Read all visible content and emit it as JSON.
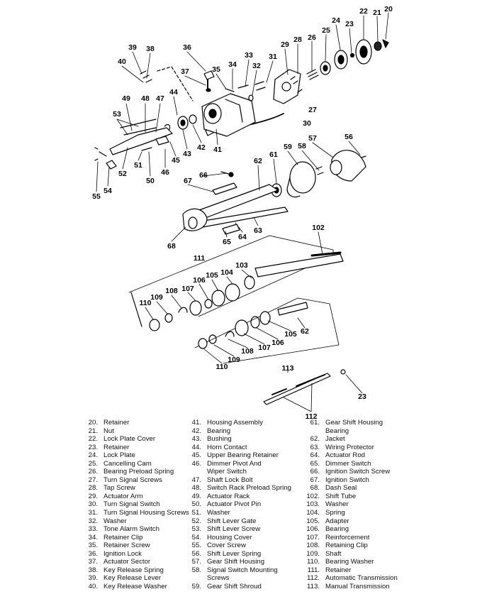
{
  "callouts": [
    "20",
    "21",
    "22",
    "23",
    "24",
    "25",
    "26",
    "27",
    "28",
    "29",
    "30",
    "31",
    "32",
    "33",
    "34",
    "35",
    "36",
    "37",
    "38",
    "39",
    "40",
    "41",
    "42",
    "43",
    "44",
    "45",
    "46",
    "47",
    "48",
    "49",
    "50",
    "51",
    "52",
    "53",
    "54",
    "55",
    "56",
    "57",
    "58",
    "59",
    "61",
    "62",
    "63",
    "64",
    "65",
    "66",
    "67",
    "68",
    "102",
    "103",
    "104",
    "105",
    "106",
    "107",
    "108",
    "109",
    "110",
    "111",
    "112",
    "113"
  ],
  "legend": [
    [
      {
        "num": "20.",
        "text": "Retainer"
      },
      {
        "num": "21.",
        "text": "Nut"
      },
      {
        "num": "22.",
        "text": "Lock Plate Cover"
      },
      {
        "num": "23.",
        "text": "Retainer"
      },
      {
        "num": "24.",
        "text": "Lock Plate"
      },
      {
        "num": "25.",
        "text": "Cancelling Cam"
      },
      {
        "num": "26.",
        "text": "Bearing Preload Spring"
      },
      {
        "num": "27.",
        "text": "Turn Signal Screws"
      },
      {
        "num": "28.",
        "text": "Tap Screw"
      },
      {
        "num": "29.",
        "text": "Actuator Arm"
      },
      {
        "num": "30.",
        "text": "Turn Signal Switch"
      },
      {
        "num": "31.",
        "text": "Turn Signal Housing Screws"
      },
      {
        "num": "32.",
        "text": "Washer"
      },
      {
        "num": "33.",
        "text": "Tone Alarm Switch"
      },
      {
        "num": "34.",
        "text": "Retainer Clip"
      },
      {
        "num": "35.",
        "text": "Retainer Screw"
      },
      {
        "num": "36.",
        "text": "Ignition Lock"
      },
      {
        "num": "37.",
        "text": "Actuator Sector"
      },
      {
        "num": "38.",
        "text": "Key Release Spring"
      },
      {
        "num": "39.",
        "text": "Key Release Lever"
      },
      {
        "num": "40.",
        "text": "Key Release Washer"
      }
    ],
    [
      {
        "num": "41.",
        "text": "Housing Assembly"
      },
      {
        "num": "42.",
        "text": "Bearing"
      },
      {
        "num": "43.",
        "text": "Bushing"
      },
      {
        "num": "44.",
        "text": "Horn Contact"
      },
      {
        "num": "45.",
        "text": "Upper Bearing Retainer"
      },
      {
        "num": "46.",
        "text": "Dimmer Pivot And"
      },
      {
        "num": "",
        "text": "Wiper Switch"
      },
      {
        "num": "47.",
        "text": "Shaft Lock Bolt"
      },
      {
        "num": "48.",
        "text": "Switch Rack Preload Spring"
      },
      {
        "num": "49.",
        "text": "Actuator Rack"
      },
      {
        "num": "50.",
        "text": "Actuator Pivot Pin"
      },
      {
        "num": "51.",
        "text": "Washer"
      },
      {
        "num": "52.",
        "text": "Shift Lever Gate"
      },
      {
        "num": "53.",
        "text": "Shift Lever Screw"
      },
      {
        "num": "54.",
        "text": "Housing Cover"
      },
      {
        "num": "55.",
        "text": "Cover Screw"
      },
      {
        "num": "56.",
        "text": "Shift Lever Spring"
      },
      {
        "num": "57.",
        "text": "Gear Shift Housing"
      },
      {
        "num": "58.",
        "text": "Signal Switch Mounting"
      },
      {
        "num": "",
        "text": "Screws"
      },
      {
        "num": "59.",
        "text": "Gear Shift Shroud"
      }
    ],
    [
      {
        "num": "61.",
        "text": "Gear Shift Housing"
      },
      {
        "num": "",
        "text": "Bearing"
      },
      {
        "num": "62.",
        "text": "Jacket"
      },
      {
        "num": "63.",
        "text": "Wiring Protector"
      },
      {
        "num": "64.",
        "text": "Actuator Rod"
      },
      {
        "num": "65.",
        "text": "Dimmer Switch"
      },
      {
        "num": "66.",
        "text": "Ignition Switch Screw"
      },
      {
        "num": "67.",
        "text": "Ignition Switch"
      },
      {
        "num": "68.",
        "text": "Dash Seal"
      },
      {
        "num": "102.",
        "text": "Shift Tube"
      },
      {
        "num": "103.",
        "text": "Washer"
      },
      {
        "num": "104.",
        "text": "Spring"
      },
      {
        "num": "105.",
        "text": "Adapter"
      },
      {
        "num": "106.",
        "text": "Bearing"
      },
      {
        "num": "107.",
        "text": "Reinforcement"
      },
      {
        "num": "108.",
        "text": "Retaining Clip"
      },
      {
        "num": "109.",
        "text": "Shaft"
      },
      {
        "num": "110.",
        "text": "Bearing Washer"
      },
      {
        "num": "111.",
        "text": "Retainer"
      },
      {
        "num": "112.",
        "text": "Automatic Transmission"
      },
      {
        "num": "113.",
        "text": "Manual Transmission"
      }
    ]
  ]
}
